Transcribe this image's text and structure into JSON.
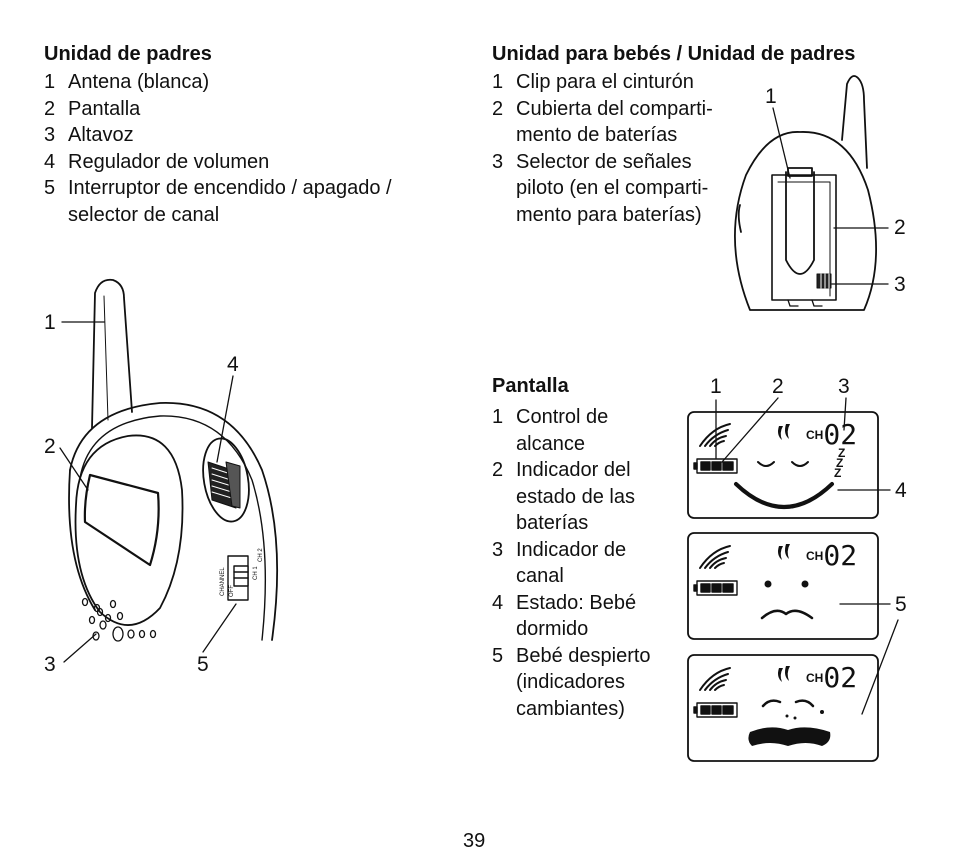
{
  "sections": {
    "parent_unit": {
      "title": "Unidad de padres",
      "items": [
        {
          "num": "1",
          "text": "Antena (blanca)"
        },
        {
          "num": "2",
          "text": "Pantalla"
        },
        {
          "num": "3",
          "text": "Altavoz"
        },
        {
          "num": "4",
          "text": "Regulador de volumen"
        },
        {
          "num": "5",
          "text": "Interruptor de encendido / apagado /\nselector de canal"
        }
      ]
    },
    "both_units": {
      "title": "Unidad para bebés / Unidad de padres",
      "items": [
        {
          "num": "1",
          "text": "Clip para el cinturón"
        },
        {
          "num": "2",
          "text": "Cubierta del comparti-\nmento de baterías"
        },
        {
          "num": "3",
          "text": "Selector de señales\npiloto (en el comparti-\nmento para baterías)"
        }
      ]
    },
    "display": {
      "title": "Pantalla",
      "items": [
        {
          "num": "1",
          "text": "Control de\nalcance"
        },
        {
          "num": "2",
          "text": "Indicador del\nestado de las\nbaterías"
        },
        {
          "num": "3",
          "text": "Indicador de\ncanal"
        },
        {
          "num": "4",
          "text": "Estado: Bebé\ndormido"
        },
        {
          "num": "5",
          "text": "Bebé despierto\n(indicadores\ncambiantes)"
        }
      ]
    }
  },
  "figures": {
    "parent_unit": {
      "callouts": [
        "1",
        "2",
        "3",
        "4",
        "5"
      ],
      "switch_labels": {
        "channel": "CHANNEL",
        "off": "OFF",
        "ch1": "CH 1",
        "ch2": "CH 2"
      }
    },
    "back_unit": {
      "callouts": [
        "1",
        "2",
        "3"
      ]
    },
    "lcd": {
      "callouts": [
        "1",
        "2",
        "3",
        "4",
        "5"
      ],
      "channel_prefix": "CH",
      "channel_digits": "02",
      "zzz": "Z"
    }
  },
  "footer": {
    "page_number": "39"
  }
}
